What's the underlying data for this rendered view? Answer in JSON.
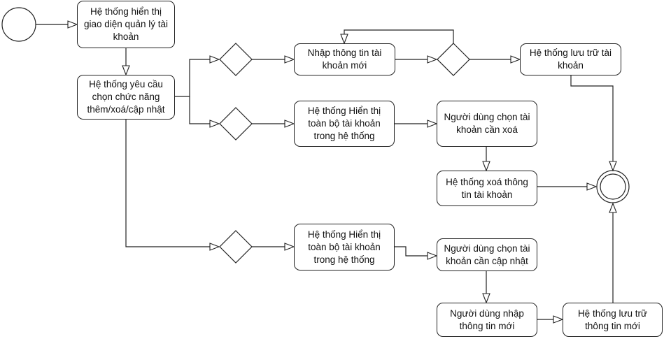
{
  "nodes": {
    "a1": [
      "Hệ thống hiển thị",
      "giao diện quản lý tài",
      "khoản"
    ],
    "a2": [
      "Hệ thống yêu cầu",
      "chọn chức năng",
      "thêm/xoá/cập nhật"
    ],
    "a3": [
      "Nhập thông tin tài",
      "khoản mới"
    ],
    "a4": [
      "Hệ thống lưu trữ tài",
      "khoản"
    ],
    "a5": [
      "Hệ thống Hiển thị",
      "toàn bộ tài khoản",
      "trong hệ thống"
    ],
    "a6": [
      "Người dùng chọn tài",
      "khoản cần xoá"
    ],
    "a7": [
      "Hệ thống xoá thông",
      "tin tài khoản"
    ],
    "a8": [
      "Hệ thống Hiển thị",
      "toàn bộ tài khoản",
      "trong hệ thống"
    ],
    "a9": [
      "Người dùng chọn tài",
      "khoản cần cập nhật"
    ],
    "a10": [
      "Người dùng nhập",
      "thông tin mới"
    ],
    "a11": [
      "Hệ thống lưu trữ",
      "thông tin mới"
    ]
  }
}
